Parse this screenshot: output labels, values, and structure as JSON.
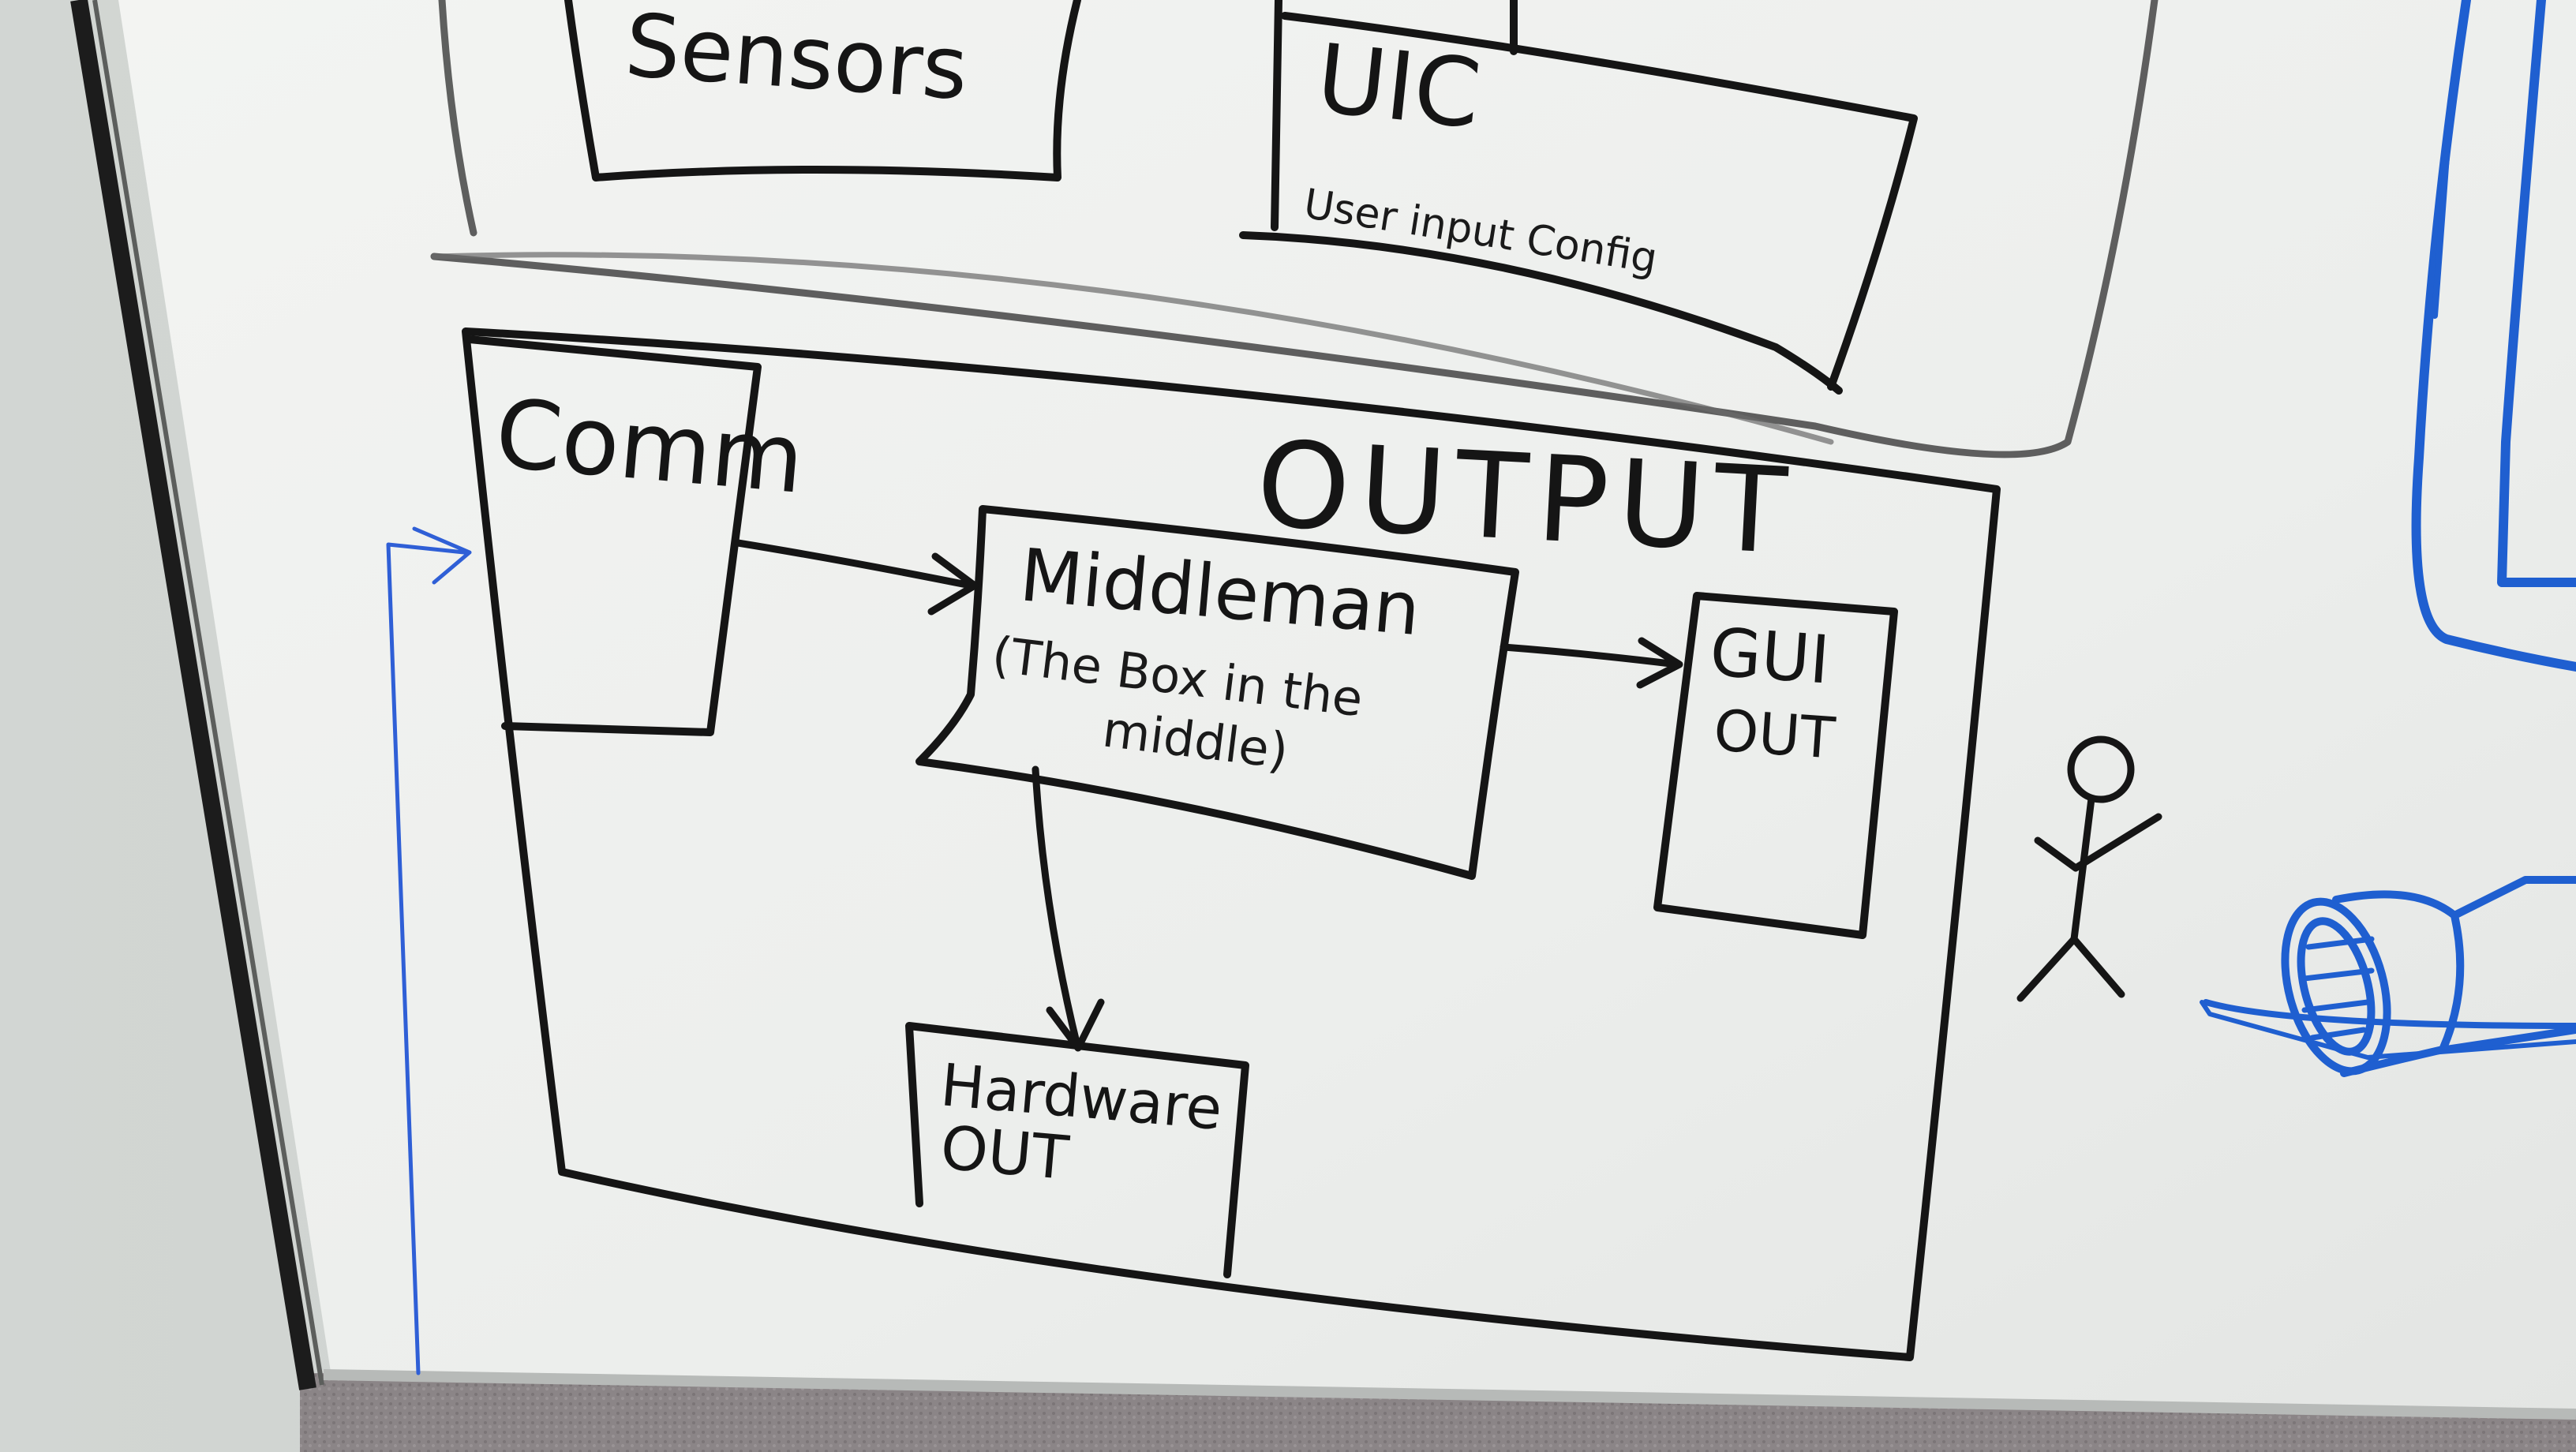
{
  "colors": {
    "marker_black": "#151515",
    "marker_blue": "#1f5fd0",
    "board": "#eef0ee",
    "wall": "#cfd3d0",
    "carpet": "#8c8688"
  },
  "diagram": {
    "sensors_label": "Sensors",
    "uic_label": "UIC",
    "uic_sub": "User input Config",
    "comm_label": "Comm",
    "output_label": "OUTPUT",
    "middleman_label": "Middleman",
    "middleman_sub1": "(The Box in the",
    "middleman_sub2": "middle)",
    "gui_label": "GUI",
    "gui_sub": "OUT",
    "hardware_label": "Hardware",
    "hardware_sub": "OUT"
  }
}
